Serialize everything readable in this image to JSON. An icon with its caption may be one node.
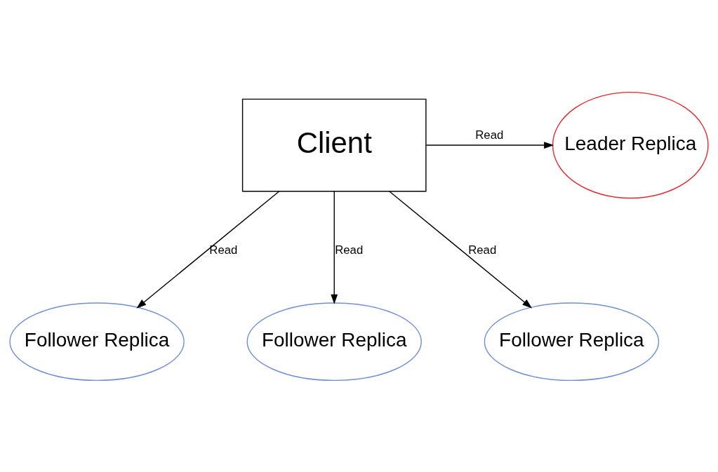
{
  "diagram": {
    "nodes": [
      {
        "text": [
          "Client"
        ]
      },
      {
        "text": [
          "Leader Replica"
        ]
      },
      {
        "text": [
          "Follower Replica"
        ]
      },
      {
        "text": [
          "Follower Replica"
        ]
      },
      {
        "text": [
          "Follower Replica"
        ]
      }
    ],
    "edges": [
      {
        "from": 0,
        "to": 1,
        "arrow": "to",
        "label": "Read"
      },
      {
        "from": 0,
        "to": 2,
        "arrow": "to",
        "label": "Read"
      },
      {
        "from": 0,
        "to": 3,
        "arrow": "to",
        "label": "Read"
      },
      {
        "from": 0,
        "to": 4,
        "arrow": "to",
        "label": "Read"
      }
    ]
  }
}
